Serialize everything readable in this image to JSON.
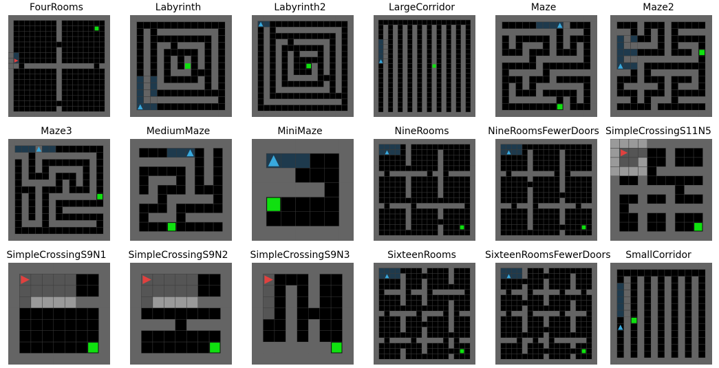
{
  "colors": {
    "wall": "#646464",
    "floor": "#000000",
    "floor_line": "#3a3a3a",
    "goal": "#10e010",
    "agent_blue": "#39a9dd",
    "agent_red": "#e0413f",
    "view_blue": "#1e3a4d",
    "lava_light": "#9a9a9a"
  },
  "panels": [
    {
      "title": "FourRooms",
      "icon": "maze-grid-icon"
    },
    {
      "title": "Labyrinth",
      "icon": "maze-grid-icon"
    },
    {
      "title": "Labyrinth2",
      "icon": "maze-grid-icon"
    },
    {
      "title": "LargeCorridor",
      "icon": "maze-grid-icon"
    },
    {
      "title": "Maze",
      "icon": "maze-grid-icon"
    },
    {
      "title": "Maze2",
      "icon": "maze-grid-icon"
    },
    {
      "title": "Maze3",
      "icon": "maze-grid-icon"
    },
    {
      "title": "MediumMaze",
      "icon": "maze-grid-icon"
    },
    {
      "title": "MiniMaze",
      "icon": "maze-grid-icon"
    },
    {
      "title": "NineRooms",
      "icon": "maze-grid-icon"
    },
    {
      "title": "NineRoomsFewerDoors",
      "icon": "maze-grid-icon"
    },
    {
      "title": "SimpleCrossingS11N5",
      "icon": "maze-grid-icon"
    },
    {
      "title": "SimpleCrossingS9N1",
      "icon": "maze-grid-icon"
    },
    {
      "title": "SimpleCrossingS9N2",
      "icon": "maze-grid-icon"
    },
    {
      "title": "SimpleCrossingS9N3",
      "icon": "maze-grid-icon"
    },
    {
      "title": "SixteenRooms",
      "icon": "maze-grid-icon"
    },
    {
      "title": "SixteenRoomsFewerDoors",
      "icon": "maze-grid-icon"
    },
    {
      "title": "SmallCorridor",
      "icon": "maze-grid-icon"
    }
  ]
}
